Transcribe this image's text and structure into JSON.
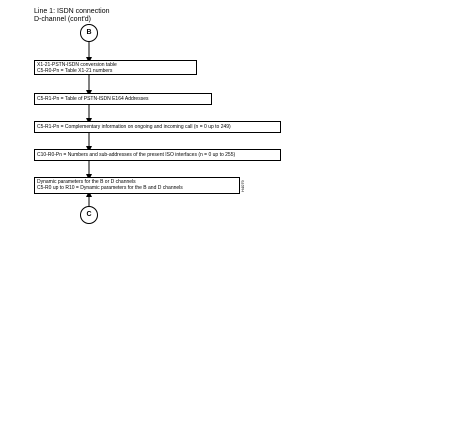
{
  "header": {
    "line1": "Line 1: ISDN connection",
    "line2": "D-channel (cont'd)"
  },
  "connectors": {
    "top": "B",
    "bottom": "C"
  },
  "steps": [
    {
      "lines": [
        "X1-21-PSTN-ISDN conversion table",
        "C5-R0-Pn = Table X1-21 numbers"
      ]
    },
    {
      "lines": [
        "C5-R1-Pn = Table of PSTN-ISDN E164 Addresses"
      ]
    },
    {
      "lines": [
        "C5-R1-Pn = Complementary information on ongoing and incoming call (n = 0 up to 249)"
      ]
    },
    {
      "lines": [
        "C10-R0-Pn = Numbers and sub-addresses of the present ISO interfaces (n = 0 up to 255)"
      ]
    },
    {
      "lines": [
        "Dynamic parameters for the B or D channels",
        "C5-R0 up to R10 = Dynamic parameters for the B and D channels"
      ]
    }
  ],
  "figure_code": "H4079"
}
